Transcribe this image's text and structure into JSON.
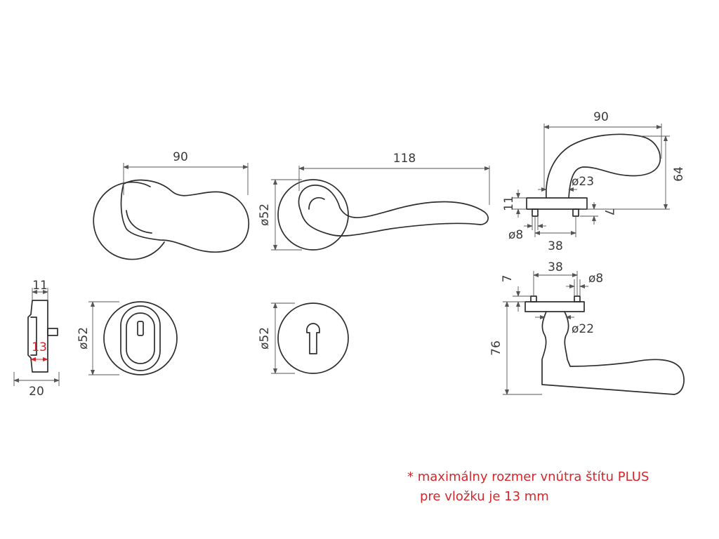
{
  "colors": {
    "line": "#2e2e2e",
    "dimension": "#555555",
    "accent": "#d6262b"
  },
  "dimensions": {
    "knob_width": "90",
    "handle_width": "118",
    "handle_rose_dia": "ø52",
    "side_width": "90",
    "side_height": "64",
    "side_lever_dia": "ø23",
    "side_rose_thickness": "11",
    "side_pin_height": "7",
    "side_pin_dia": "ø8",
    "side_pin_spacing": "38",
    "shield_thickness": "11",
    "shield_inner": "13",
    "shield_total": "20",
    "rose_wc_dia": "ø52",
    "rose_pz_dia": "ø52",
    "front_pin_spacing": "38",
    "front_pin_dia": "ø8",
    "front_pin_height": "7",
    "front_neck_dia": "ø22",
    "front_height": "76"
  },
  "note": {
    "line1": "* maximálny rozmer vnútra štítu PLUS",
    "line2": "pre vložku je 13 mm"
  }
}
